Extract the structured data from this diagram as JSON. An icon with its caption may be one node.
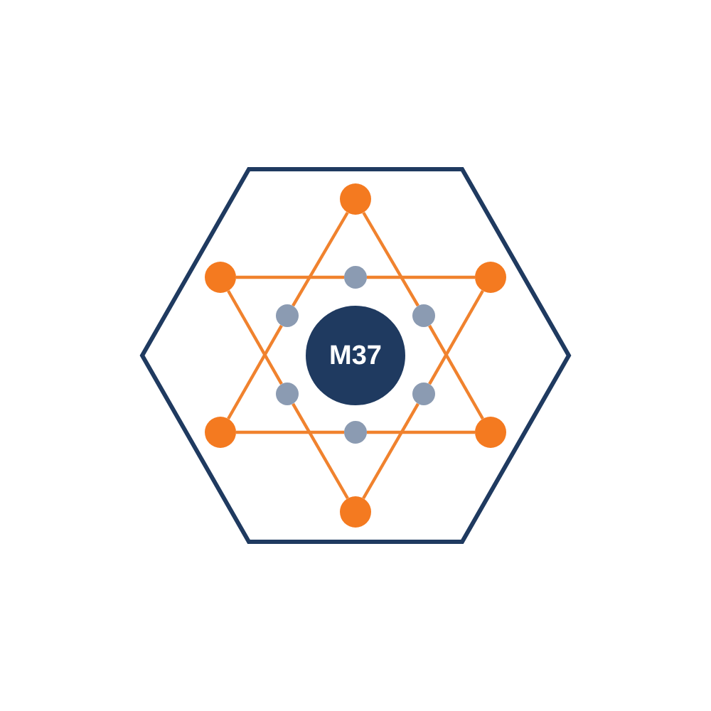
{
  "diagram": {
    "nodes": [
      {
        "text": [],
        "shape": "hexagon"
      },
      {
        "text": [],
        "shape": "circle",
        "in": 0
      },
      {
        "text": [],
        "shape": "circle",
        "in": 0
      },
      {
        "text": [],
        "shape": "circle",
        "in": 0
      },
      {
        "text": [],
        "shape": "circle",
        "in": 0
      },
      {
        "text": [],
        "shape": "circle",
        "in": 0
      },
      {
        "text": [],
        "shape": "circle",
        "in": 0
      },
      {
        "text": [
          "M37"
        ],
        "in": 0
      },
      {
        "text": [],
        "shape": "circle",
        "in": 0
      },
      {
        "text": [],
        "shape": "circle",
        "in": 0
      },
      {
        "text": [],
        "shape": "circle",
        "in": 0
      },
      {
        "text": [],
        "shape": "circle",
        "in": 0
      },
      {
        "text": [],
        "shape": "circle",
        "in": 0
      },
      {
        "text": [],
        "shape": "circle",
        "in": 0
      }
    ],
    "edges": [
      {
        "from": 1,
        "to": 5,
        "arrow": "none"
      },
      {
        "from": 5,
        "to": 10,
        "arrow": "none"
      },
      {
        "from": 10,
        "to": 11,
        "arrow": "none"
      },
      {
        "from": 11,
        "to": 12,
        "arrow": "none"
      },
      {
        "from": 12,
        "to": 6,
        "arrow": "none"
      },
      {
        "from": 6,
        "to": 1,
        "arrow": "none"
      },
      {
        "from": 2,
        "to": 3,
        "arrow": "none"
      },
      {
        "from": 3,
        "to": 4,
        "arrow": "none"
      },
      {
        "from": 4,
        "to": 9,
        "arrow": "none"
      },
      {
        "from": 9,
        "to": 13,
        "arrow": "none"
      },
      {
        "from": 13,
        "to": 8,
        "arrow": "none"
      },
      {
        "from": 8,
        "to": 2,
        "arrow": "none"
      }
    ]
  }
}
